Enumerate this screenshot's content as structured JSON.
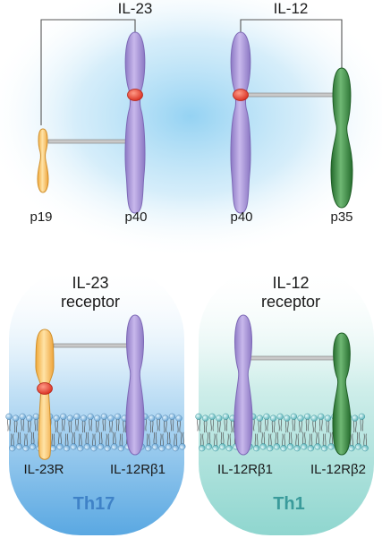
{
  "top": {
    "il23": {
      "title": "IL-23",
      "left_subunit": "p19",
      "right_subunit": "p40"
    },
    "il12": {
      "title": "IL-12",
      "left_subunit": "p40",
      "right_subunit": "p35"
    }
  },
  "bottom": {
    "il23_receptor": {
      "title_line1": "IL-23",
      "title_line2": "receptor",
      "left_chain": "IL-23R",
      "right_chain": "IL-12Rβ1",
      "cell": "Th17"
    },
    "il12_receptor": {
      "title_line1": "IL-12",
      "title_line2": "receptor",
      "left_chain": "IL-12Rβ1",
      "right_chain": "IL-12Rβ2",
      "cell": "Th1"
    }
  },
  "colors": {
    "p19_orange": "#f7bf56",
    "p40_purple": "#a996d6",
    "p35_green": "#3f8a45",
    "link_red": "#e53a2a",
    "th17_blue": "#3f82c7",
    "th1_teal": "#3a9b9b"
  }
}
